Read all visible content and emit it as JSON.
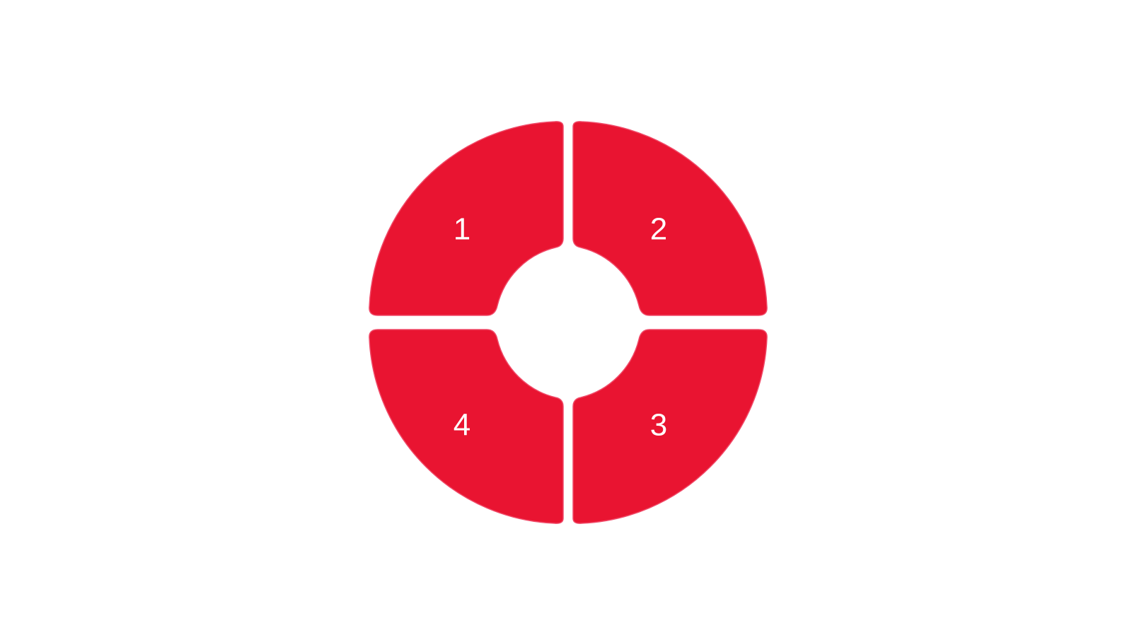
{
  "diagram": {
    "segments": [
      {
        "label": "1"
      },
      {
        "label": "2"
      },
      {
        "label": "3"
      },
      {
        "label": "4"
      }
    ],
    "colors": {
      "background": "#ffffff",
      "segment_fill": "#e91431",
      "segment_stroke": "#f04a68",
      "label": "#ffffff"
    }
  }
}
